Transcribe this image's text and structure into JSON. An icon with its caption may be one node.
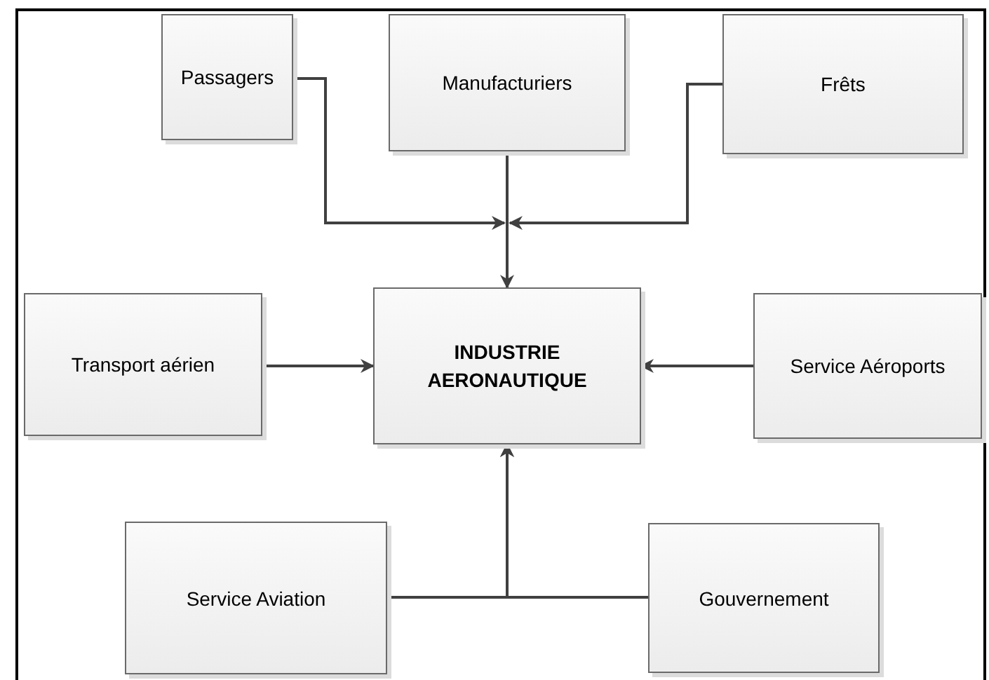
{
  "diagram": {
    "nodes": [
      {
        "text": [
          "Passagers"
        ]
      },
      {
        "text": [
          "Manufacturiers"
        ]
      },
      {
        "text": [
          "Frêts"
        ]
      },
      {
        "text": [
          "INDUSTRIE AERONAUTIQUE"
        ]
      },
      {
        "text": [
          "Transport aérien"
        ]
      },
      {
        "text": [
          "Service Aéroports"
        ]
      },
      {
        "text": [
          "Service Aviation"
        ]
      },
      {
        "text": [
          "Gouvernement"
        ]
      }
    ],
    "edges": [
      {
        "from": 0,
        "to": 3,
        "arrow": "to"
      },
      {
        "from": 1,
        "to": 3,
        "arrow": "to"
      },
      {
        "from": 2,
        "to": 3,
        "arrow": "to"
      },
      {
        "from": 4,
        "to": 3,
        "arrow": "to"
      },
      {
        "from": 5,
        "to": 3,
        "arrow": "to"
      },
      {
        "from": 6,
        "to": 3,
        "arrow": "to"
      },
      {
        "from": 7,
        "to": 3,
        "arrow": "to"
      }
    ]
  }
}
